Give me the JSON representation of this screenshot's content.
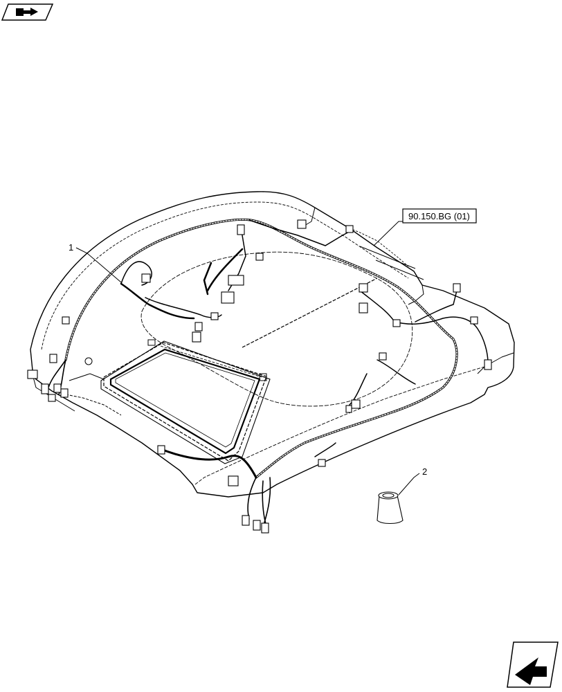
{
  "diagram": {
    "callouts": [
      {
        "id": "1",
        "label": "1"
      },
      {
        "id": "2",
        "label": "2"
      }
    ],
    "reference_box": {
      "text": "90.150.BG (01)"
    },
    "icons": {
      "top_left": "previous-page-arrow-icon",
      "bottom_right": "next-page-arrow-icon"
    }
  }
}
